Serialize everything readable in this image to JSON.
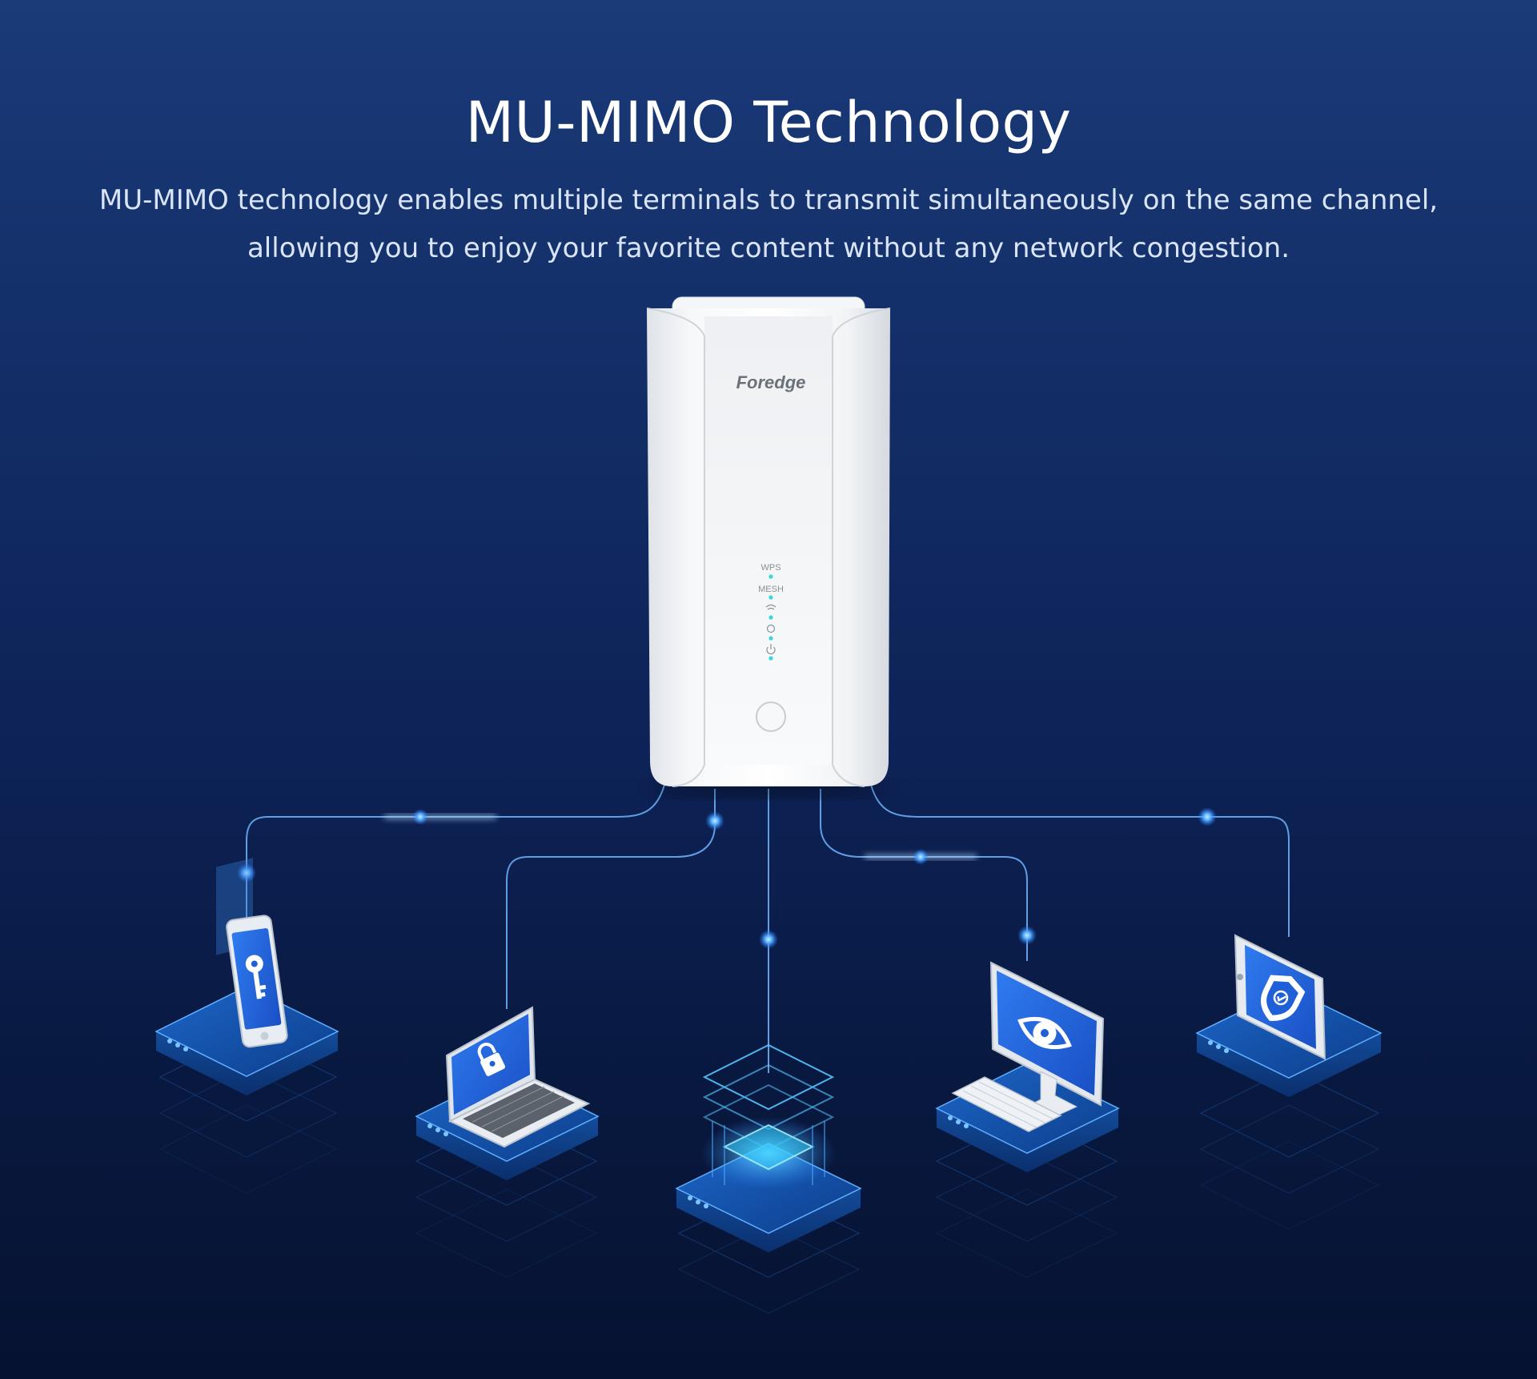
{
  "hero": {
    "title": "MU-MIMO Technology",
    "description_line1": "MU-MIMO technology enables multiple terminals to transmit simultaneously on the same channel,",
    "description_line2": "allowing you to enjoy your favorite content without any network congestion."
  },
  "router": {
    "brand": "Foredge",
    "indicators": [
      "WPS",
      "MESH"
    ]
  },
  "devices": [
    {
      "name": "smartphone",
      "icon": "key-icon"
    },
    {
      "name": "laptop",
      "icon": "lock-icon"
    },
    {
      "name": "server-chip",
      "icon": "chip-icon"
    },
    {
      "name": "desktop-computer",
      "icon": "eye-icon"
    },
    {
      "name": "tablet",
      "icon": "shield-icon"
    }
  ],
  "colors": {
    "background_top": "#1a3a78",
    "background_bottom": "#061231",
    "glow": "#3aa0ff",
    "screen_blue": "#1f5fd8",
    "led": "#3ad6e0"
  }
}
